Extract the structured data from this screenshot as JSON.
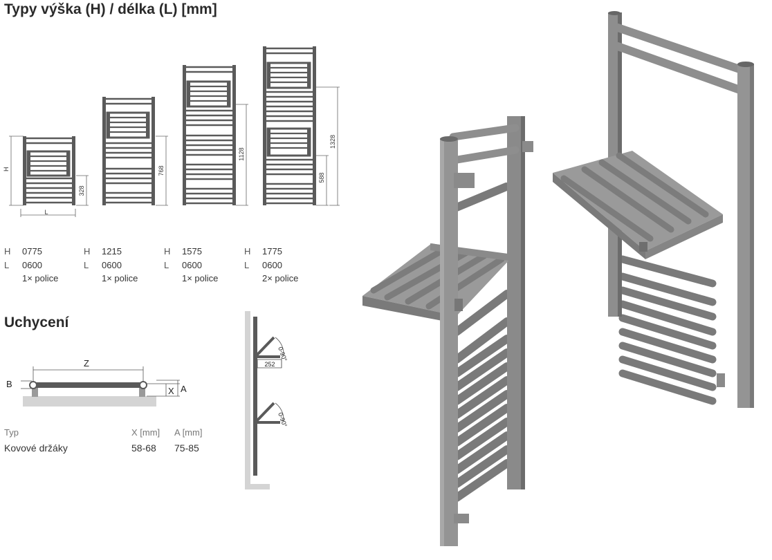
{
  "page": {
    "title": "Typy výška (H) / délka (L) [mm]",
    "section_mounting": "Uchycení"
  },
  "diagram_labels": {
    "h": "H",
    "l": "L",
    "dim_328": "328",
    "dim_768": "768",
    "dim_1128": "1128",
    "dim_588": "588",
    "dim_1328": "1328"
  },
  "types": [
    {
      "h_label": "H",
      "h_value": "0775",
      "l_label": "L",
      "l_value": "0600",
      "shelves": "1× police"
    },
    {
      "h_label": "H",
      "h_value": "1215",
      "l_label": "L",
      "l_value": "0600",
      "shelves": "1× police"
    },
    {
      "h_label": "H",
      "h_value": "1575",
      "l_label": "L",
      "l_value": "0600",
      "shelves": "1× police"
    },
    {
      "h_label": "H",
      "h_value": "1775",
      "l_label": "L",
      "l_value": "0600",
      "shelves": "2× police"
    }
  ],
  "mounting": {
    "z": "Z",
    "b": "B",
    "x": "X",
    "a": "A",
    "angle_top": "0-90°",
    "angle_bottom": "0-90°",
    "dim_252": "252",
    "table": {
      "headers": [
        "Typ",
        "X [mm]",
        "A [mm]"
      ],
      "rows": [
        [
          "Kovové držáky",
          "58-68",
          "75-85"
        ]
      ]
    }
  },
  "colors": {
    "frame": "#5a5a5a",
    "render_light": "#9a9a9a",
    "render_dark": "#6c6c6c",
    "wall": "#d4d4d4"
  }
}
